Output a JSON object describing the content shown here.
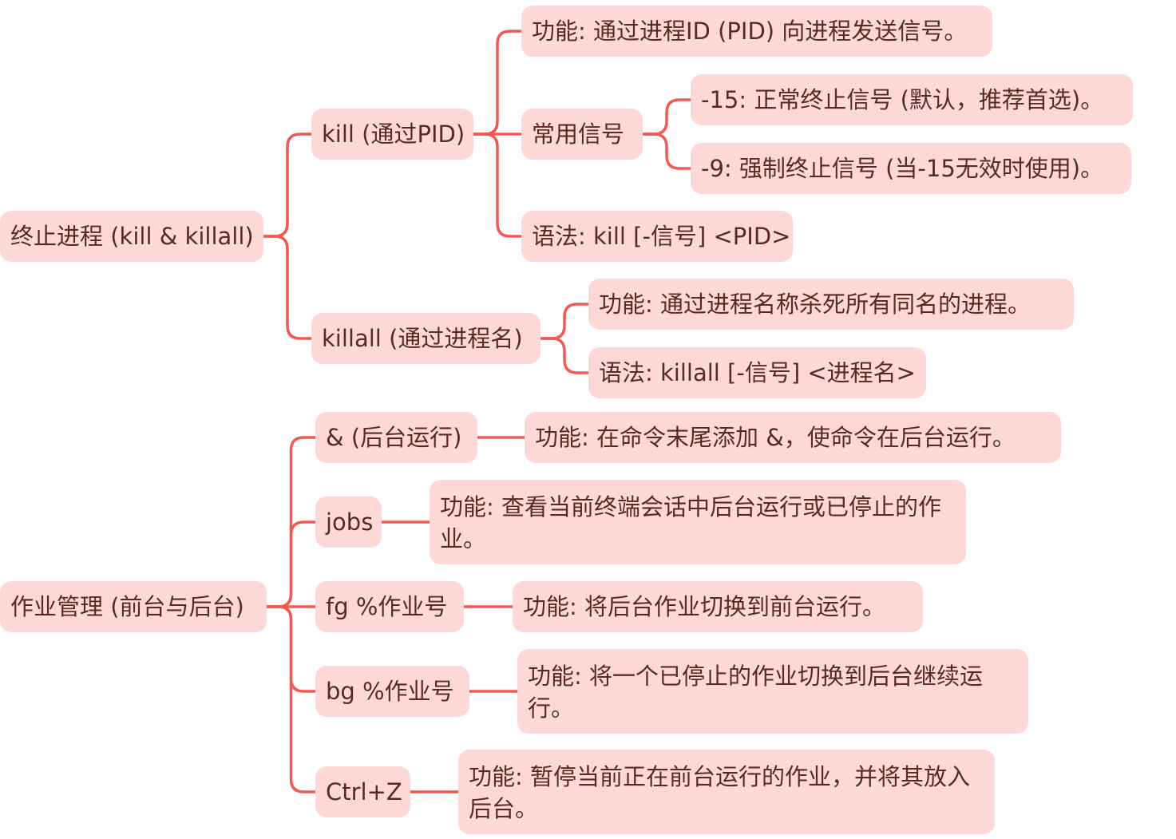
{
  "colors": {
    "node_fill": "#ffd9d7",
    "node_text": "#5a2a22",
    "connector": "#f05a52"
  },
  "mindmap": {
    "branches": [
      {
        "label": "终止进程 (kill & killall)",
        "children": [
          {
            "label": "kill (通过PID)",
            "children": [
              {
                "label": "功能: 通过进程ID (PID) 向进程发送信号。"
              },
              {
                "label": "常用信号",
                "children": [
                  {
                    "label": "-15: 正常终止信号 (默认，推荐首选)。"
                  },
                  {
                    "label": "-9: 强制终止信号 (当-15无效时使用)。"
                  }
                ]
              },
              {
                "label": "语法: kill [-信号] <PID>"
              }
            ]
          },
          {
            "label": "killall (通过进程名)",
            "children": [
              {
                "label": "功能: 通过进程名称杀死所有同名的进程。"
              },
              {
                "label": "语法: killall [-信号] <进程名>"
              }
            ]
          }
        ]
      },
      {
        "label": "作业管理 (前台与后台)",
        "children": [
          {
            "label": "& (后台运行)",
            "children": [
              {
                "label": "功能: 在命令末尾添加 &，使命令在后台运行。"
              }
            ]
          },
          {
            "label": "jobs",
            "children": [
              {
                "label": "功能: 查看当前终端会话中后台运行或已停止的作业。"
              }
            ]
          },
          {
            "label": "fg %作业号",
            "children": [
              {
                "label": "功能: 将后台作业切换到前台运行。"
              }
            ]
          },
          {
            "label": "bg %作业号",
            "children": [
              {
                "label": "功能: 将一个已停止的作业切换到后台继续运行。"
              }
            ]
          },
          {
            "label": "Ctrl+Z",
            "children": [
              {
                "label": "功能: 暂停当前正在前台运行的作业，并将其放入后台。"
              }
            ]
          }
        ]
      }
    ]
  }
}
